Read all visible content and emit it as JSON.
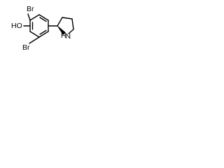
{
  "molecule": {
    "atom_labels": {
      "bromine_top": "Br",
      "bromine_bottom": "Br",
      "hydroxyl": "HO",
      "amine": "N",
      "amine_hydrogen": "H"
    }
  }
}
